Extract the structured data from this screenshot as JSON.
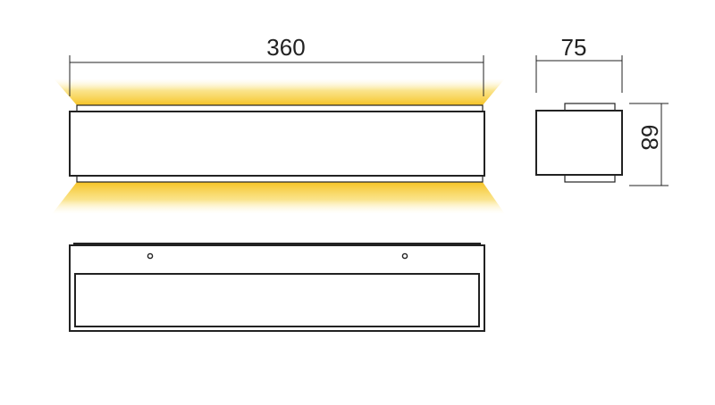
{
  "dimensions": {
    "width_label": "360",
    "depth_label": "75",
    "height_label": "68"
  },
  "colors": {
    "light_glow": "#f6c324",
    "outline": "#222222"
  }
}
